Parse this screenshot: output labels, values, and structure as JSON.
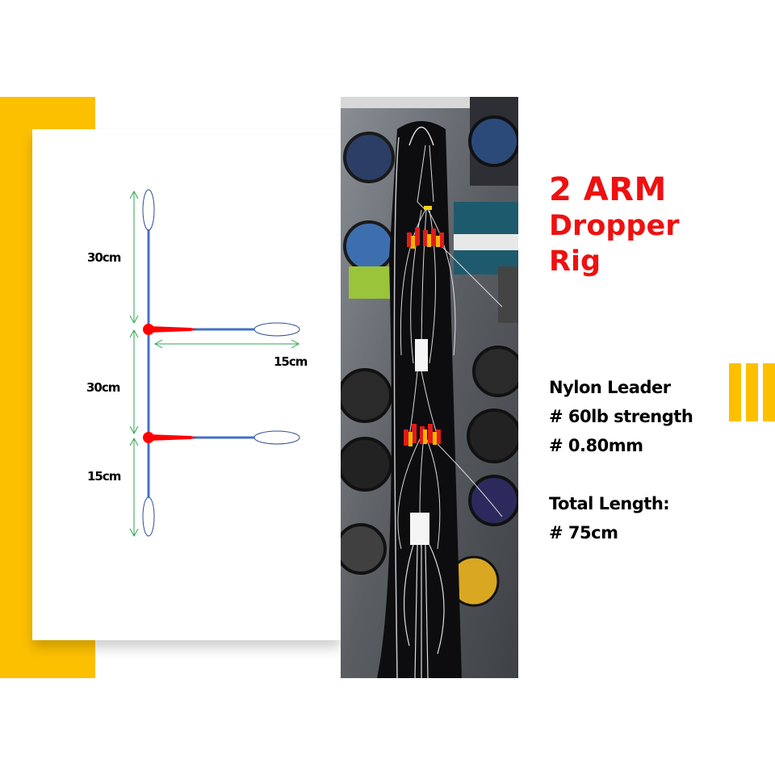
{
  "colors": {
    "accent_yellow": "#fdc000",
    "title_red": "#ee1111",
    "line_blue": "#4472c4",
    "dimension_green": "#2ea650",
    "bead_red": "#ff0000"
  },
  "title": {
    "line1": "2 ARM",
    "line2": "Dropper",
    "line3": "Rig"
  },
  "specs": {
    "material": "Nylon Leader",
    "strength": "# 60lb strength",
    "diameter": "# 0.80mm",
    "total_length_label": "Total Length:",
    "total_length_value": "# 75cm"
  },
  "diagram": {
    "labels": {
      "top_segment": "30cm",
      "middle_segment": "30cm",
      "bottom_segment": "15cm",
      "arm_length": "15cm"
    },
    "arm_count": 2
  },
  "photo": {
    "description": "Dropper rig hanging on display with red and yellow skirts in tackle shop"
  }
}
